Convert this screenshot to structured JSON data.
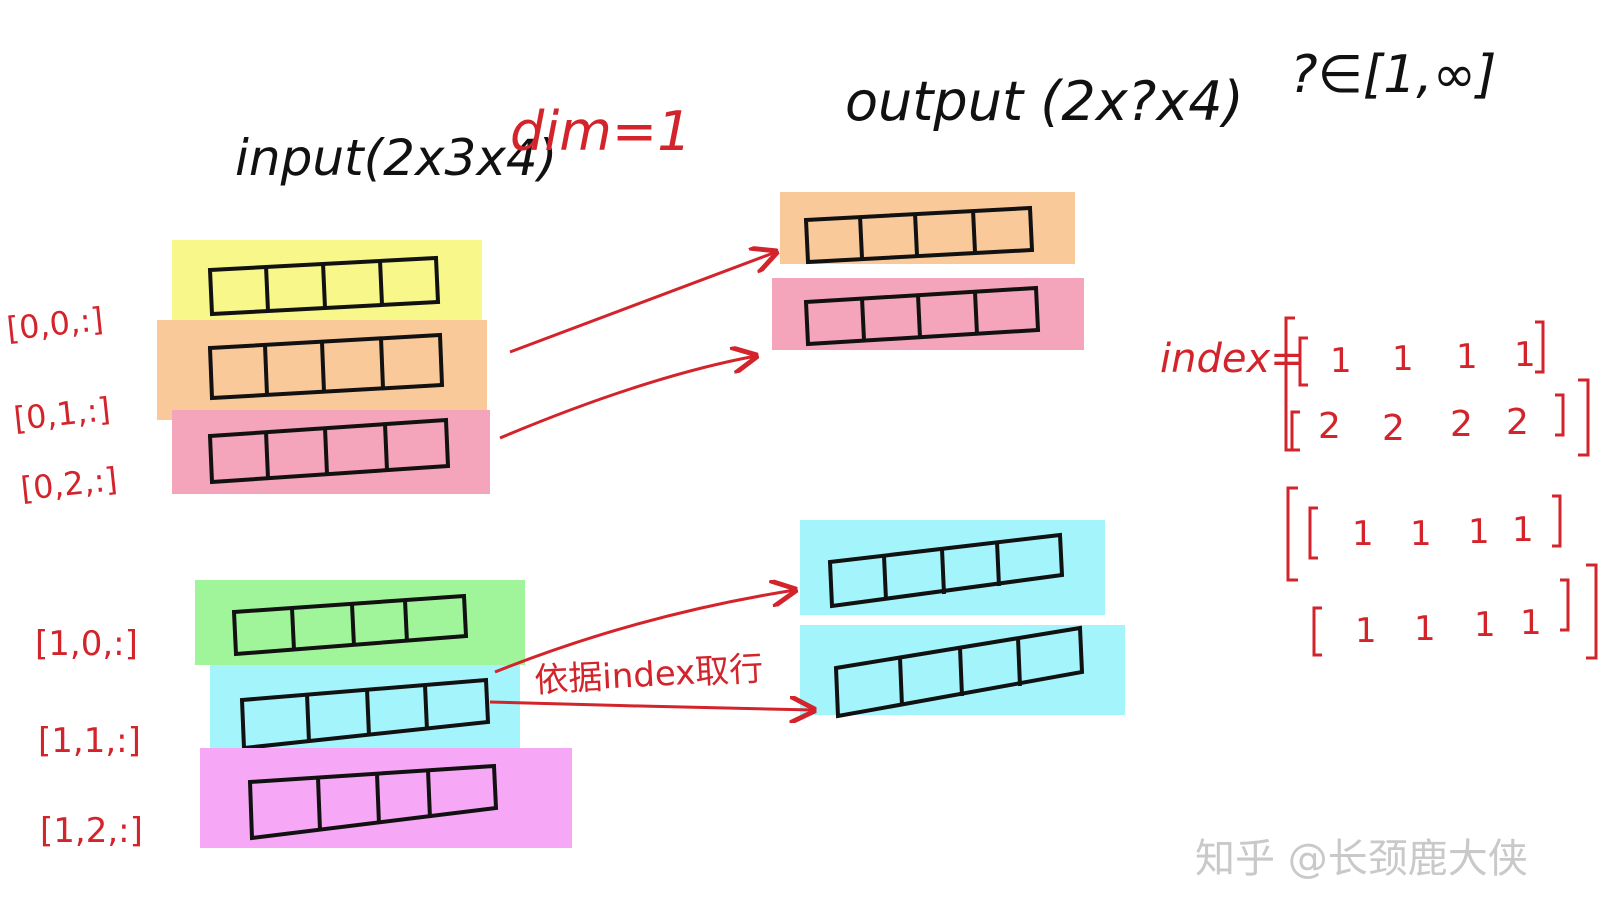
{
  "labels": {
    "input": "input(2x3x4)",
    "dim": "dim=1",
    "output": "output (2x?x4)",
    "range": "?∈[1,∞]",
    "index_label": "index=",
    "note": "依据index取行",
    "watermark": "知乎 @长颈鹿大侠"
  },
  "row_labels": [
    "[0,0,:]",
    "[0,1,:]",
    "[0,2,:]",
    "[1,0,:]",
    "[1,1,:]",
    "[1,2,:]"
  ],
  "index_rows": [
    [
      "1",
      "1",
      "1",
      "1"
    ],
    [
      "2",
      "2",
      "2",
      "2"
    ],
    [
      "1",
      "1",
      "1",
      "1"
    ],
    [
      "1",
      "1",
      "1",
      "1"
    ]
  ],
  "colors": {
    "yellow": "#f7f78a",
    "orange": "#f9c99a",
    "pink": "#f4a4bb",
    "green": "#a0f59a",
    "cyan": "#a3f5fb",
    "magenta": "#f6a7f6",
    "red_ink": "#d3232b",
    "black_ink": "#111111"
  }
}
